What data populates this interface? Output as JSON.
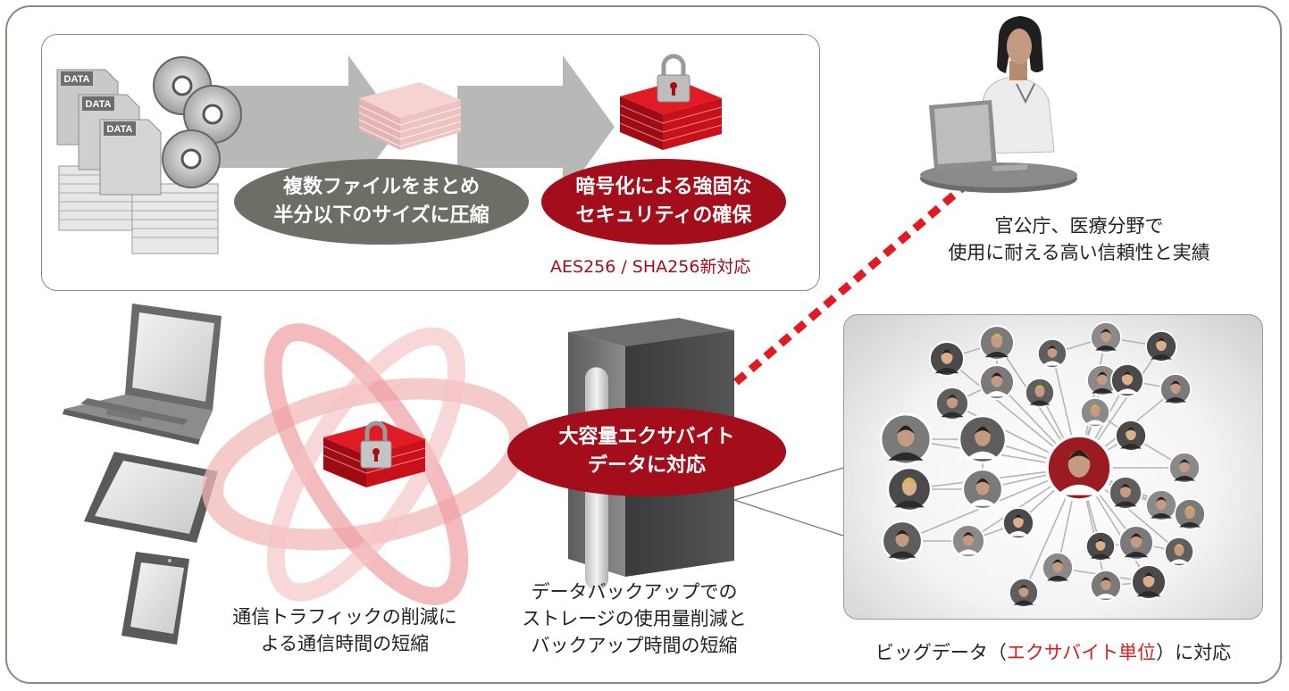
{
  "compression": {
    "file_label": "DATA",
    "pill_compress": [
      "複数ファイルをまとめ",
      "半分以下のサイズに圧縮"
    ],
    "pill_encrypt": [
      "暗号化による強固な",
      "セキュリティの確保"
    ],
    "encryption_note": "AES256 / SHA256新対応"
  },
  "government": {
    "caption": [
      "官公庁、医療分野で",
      "使用に耐える高い信頼性と実績"
    ]
  },
  "traffic": {
    "caption": [
      "通信トラフィックの削減に",
      "よる通信時間の短縮"
    ]
  },
  "storage": {
    "pill": [
      "大容量エクサバイト",
      "データに対応"
    ],
    "caption": [
      "データバックアップでの",
      "ストレージの使用量削減と",
      "バックアップ時間の短縮"
    ]
  },
  "bigdata": {
    "caption_before": "ビッグデータ（",
    "caption_highlight": "エクサバイト単位",
    "caption_after": "）に対応"
  },
  "colors": {
    "accent_red": "#a30e1a",
    "highlight_red": "#d42020",
    "pill_gray": "#6f6e66",
    "frame_gray": "#8a8a80"
  }
}
